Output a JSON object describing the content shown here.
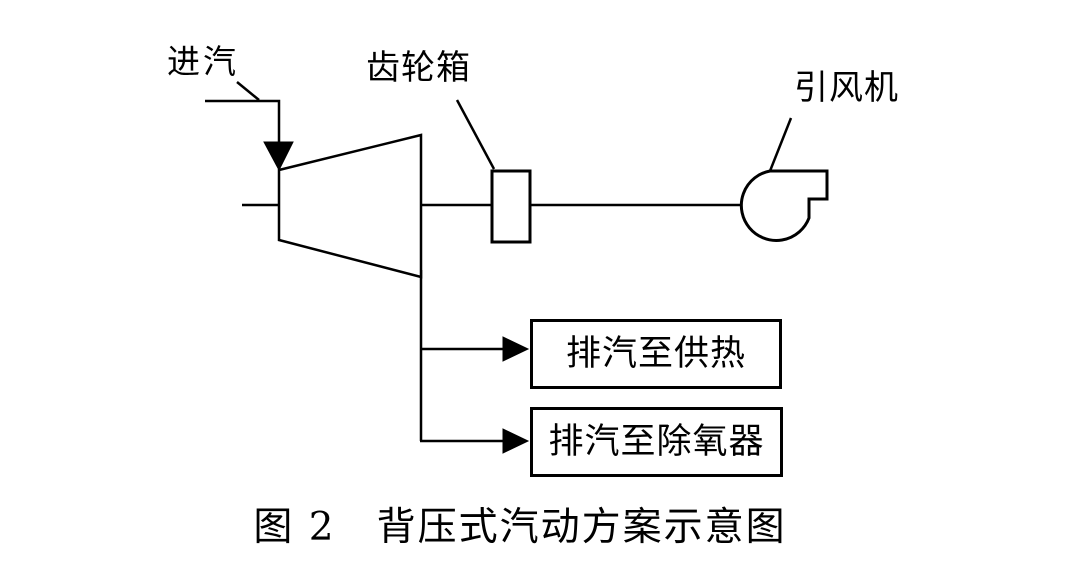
{
  "colors": {
    "ink": "#000000",
    "background": "#ffffff"
  },
  "labels": {
    "steam_inlet": "进汽",
    "gearbox": "齿轮箱",
    "induced_draft_fan": "引风机"
  },
  "exhaust_boxes": {
    "to_heating": "排汽至供热",
    "to_deaerator": "排汽至除氧器"
  },
  "caption": "图 2　背压式汽动方案示意图"
}
